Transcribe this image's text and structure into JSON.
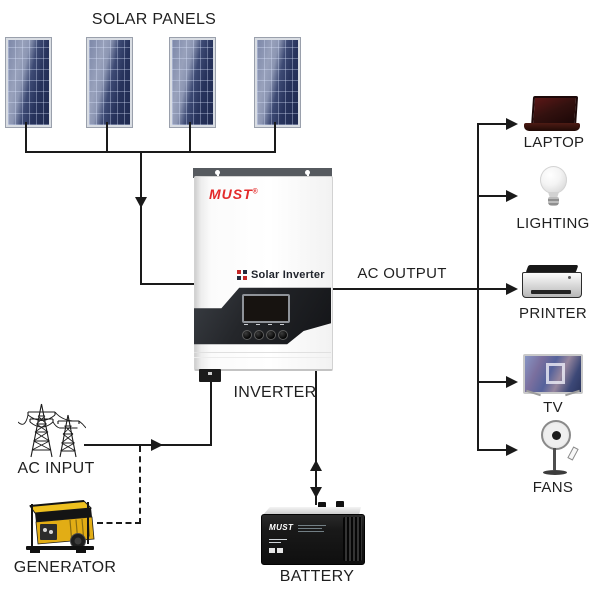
{
  "diagram": {
    "solar_panels": {
      "label": "SOLAR PANELS",
      "panel_count": 4
    },
    "inverter": {
      "label": "INVERTER",
      "brand": "MUST",
      "trademark": "®",
      "product_line": "Solar Inverter"
    },
    "ac_input": {
      "label": "AC INPUT"
    },
    "generator": {
      "label": "GENERATOR"
    },
    "battery": {
      "label": "BATTERY",
      "brand": "MUST"
    },
    "ac_output": {
      "label": "AC OUTPUT"
    },
    "devices": [
      {
        "id": "laptop",
        "label": "LAPTOP"
      },
      {
        "id": "lighting",
        "label": "LIGHTING"
      },
      {
        "id": "printer",
        "label": "PRINTER"
      },
      {
        "id": "tv",
        "label": "TV"
      },
      {
        "id": "fans",
        "label": "FANS"
      }
    ]
  },
  "colors": {
    "line": "#1a1a1a",
    "label_text": "#1f1f1f",
    "brand_red": "#e32a2a",
    "panel_navy": "#27335c",
    "generator_yellow": "#e8b51c"
  }
}
